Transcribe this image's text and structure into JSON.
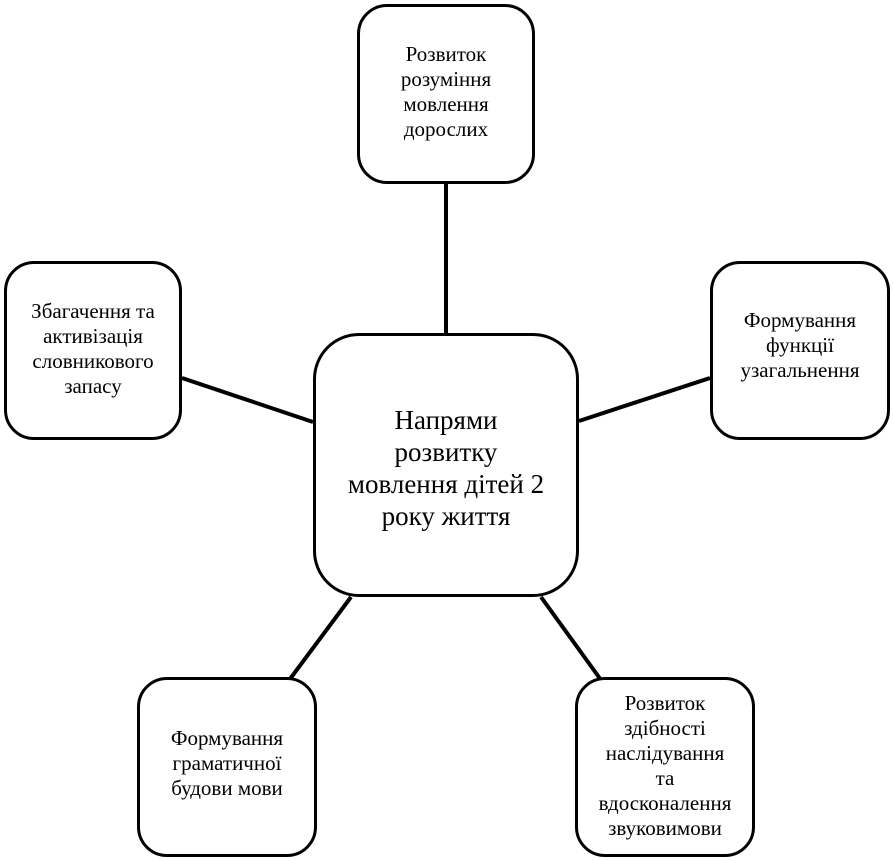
{
  "diagram": {
    "center": {
      "label": "Напрями\nрозвитку\nмовлення дітей 2\nроку  життя"
    },
    "branches": {
      "top": {
        "label": "Розвиток\nрозуміння\nмовлення\nдорослих"
      },
      "left": {
        "label": "Збагачення та\nактивізація\nсловникового\nзапасу"
      },
      "right": {
        "label": "Формування\nфункції\nузагальнення"
      },
      "bottom_left": {
        "label": "Формування\nграматичної\nбудови мови"
      },
      "bottom_right": {
        "label": "Розвиток\nздібності\nнаслідування\nта\nвдосконалення\nзвуковимови"
      }
    },
    "colors": {
      "stroke": "#000000",
      "background": "#ffffff"
    }
  }
}
